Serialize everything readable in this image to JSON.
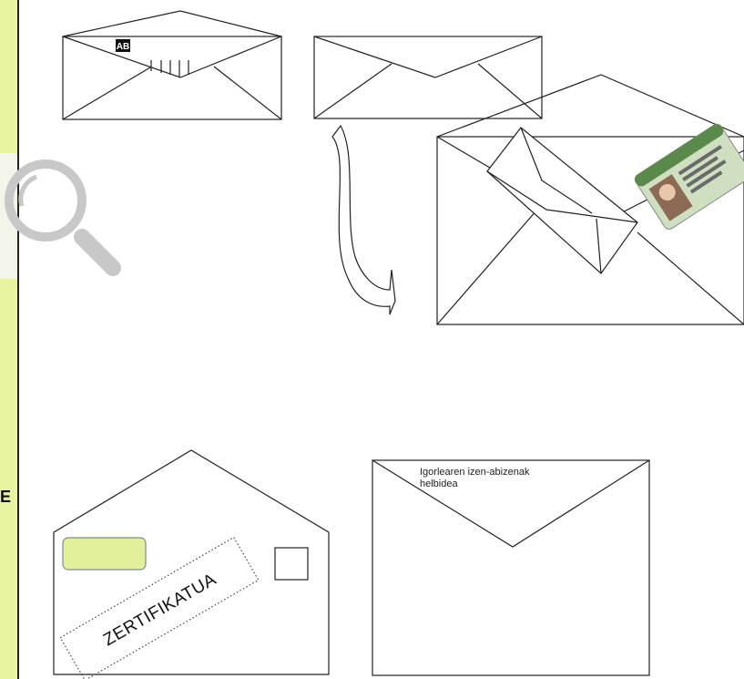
{
  "sidebar": {
    "letter": "E",
    "accent": "#e9f3a0"
  },
  "zoom_tool": {
    "icon": "magnifier-icon",
    "color": "#c8c8c8"
  },
  "envelope_logo": {
    "text": "AB"
  },
  "window_envelope": {
    "window_color": "#e3f09a",
    "stamp_text": "ZERTIFIKATUA"
  },
  "return_envelope": {
    "sender_line1": "Igorlearen izen-abizenak",
    "sender_line2": "helbidea"
  },
  "id_card": {
    "icon": "id-card-icon"
  }
}
